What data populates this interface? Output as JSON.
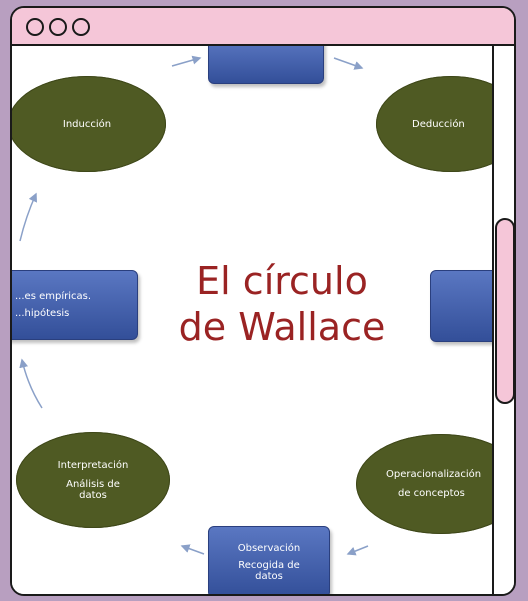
{
  "diagram": {
    "title_line1": "El círculo",
    "title_line2": "de Wallace",
    "nodes": {
      "induccion": "Inducción",
      "deduccion": "Deducción",
      "generalizaciones_l1": "...es empíricas.",
      "generalizaciones_l2": "...hipótesis",
      "interpretacion_l1": "Interpretación",
      "interpretacion_l2": "Análisis de datos",
      "operacionalizacion_l1": "Operacionalización",
      "operacionalizacion_l2": "de conceptos",
      "observacion_l1": "Observación",
      "observacion_l2": "Recogida de datos"
    },
    "colors": {
      "ellipse": "#4f5a23",
      "box": "#3f5ca8",
      "title": "#9a2323",
      "titlebar": "#f5c6d8",
      "background": "#b89fc0"
    }
  }
}
